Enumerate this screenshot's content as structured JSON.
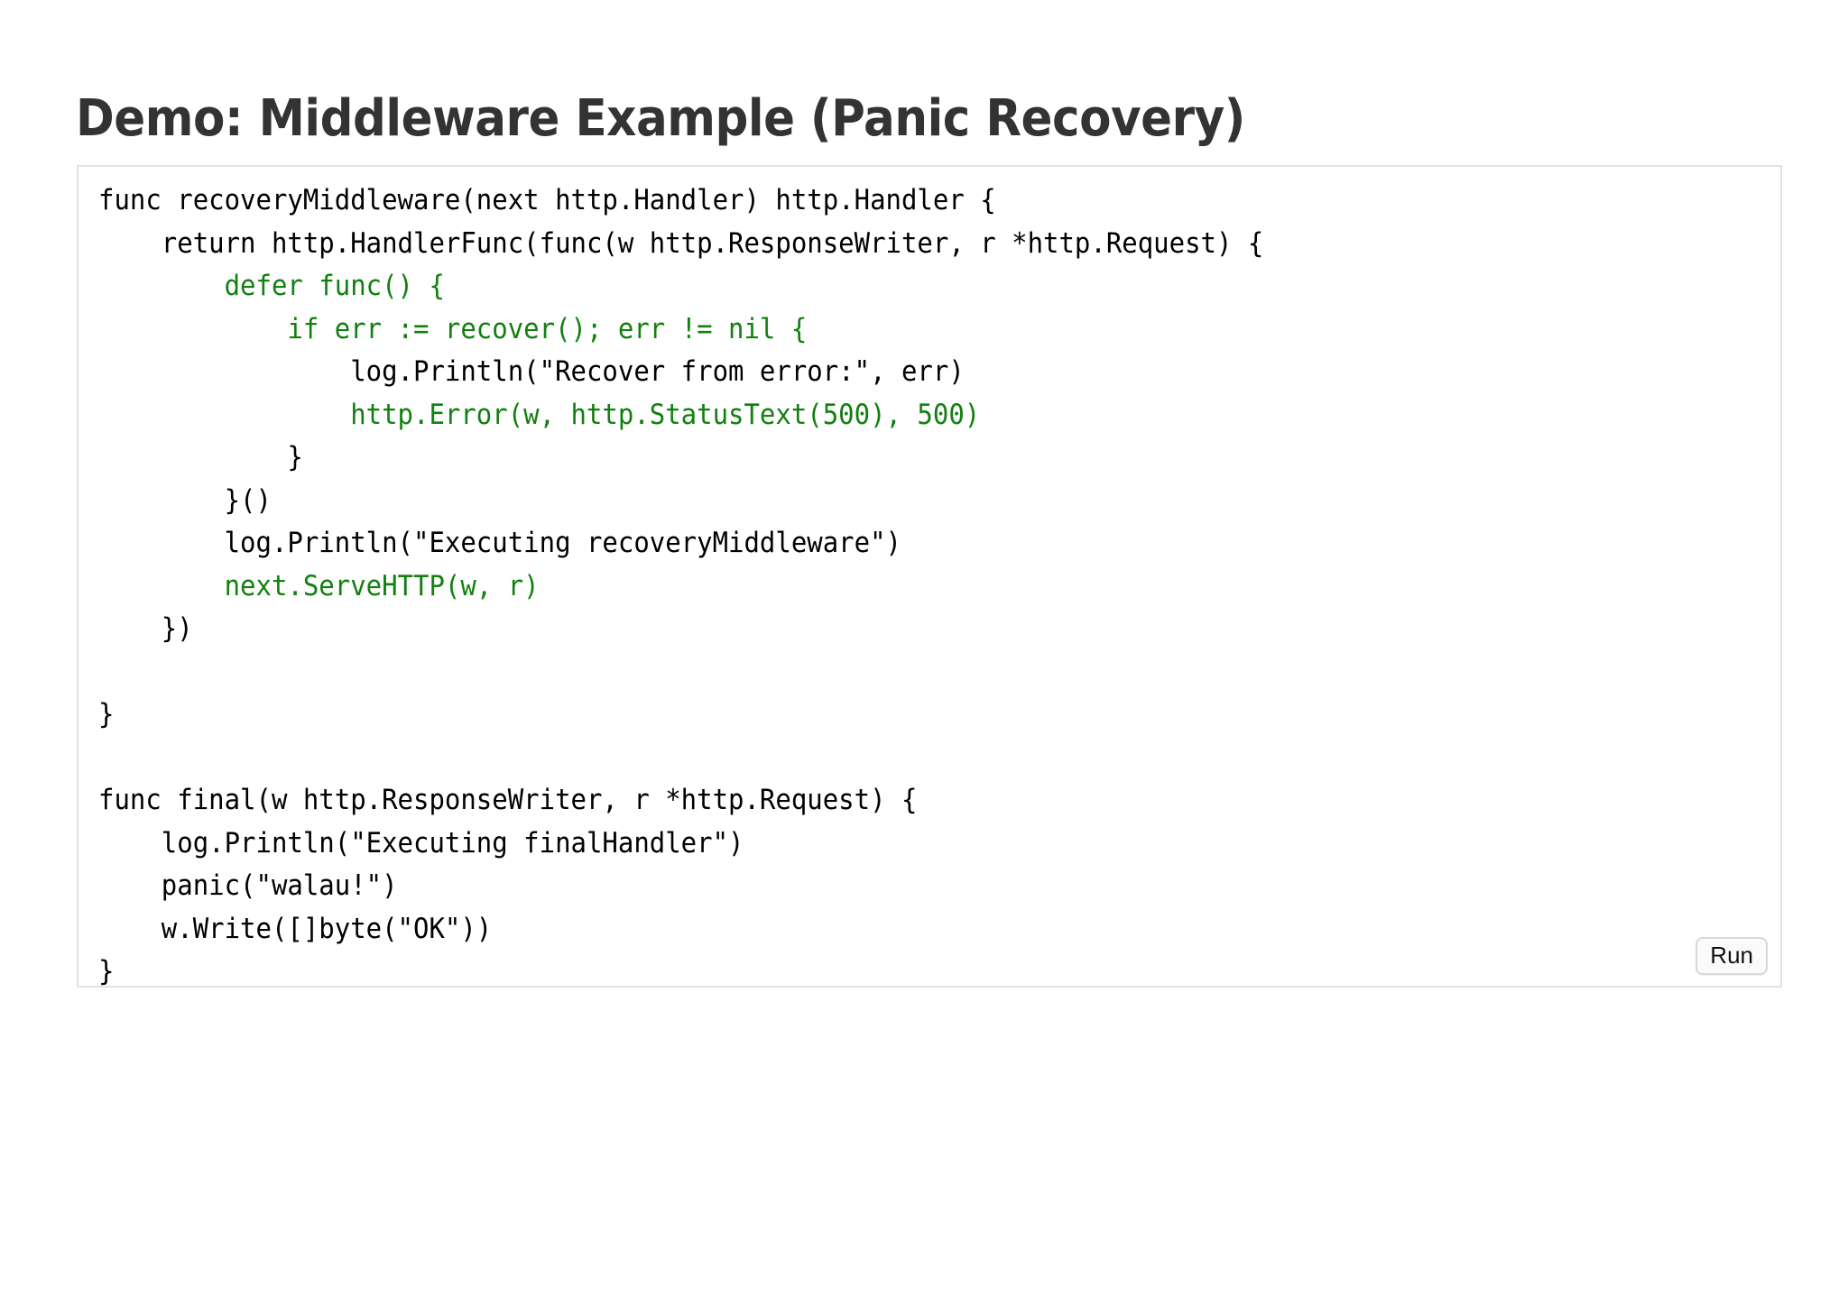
{
  "slide": {
    "title": "Demo: Middleware Example (Panic Recovery)"
  },
  "colors": {
    "title_text": "#333333",
    "code_plain": "#000000",
    "code_highlight_green": "#12800f",
    "frame_border": "#e2e2e4",
    "page_background": "#ffffff",
    "button_face": "#fafafa",
    "button_border": "#d8d8dc"
  },
  "code_block": {
    "language": "go",
    "lines": [
      {
        "text": "func recoveryMiddleware(next http.Handler) http.Handler {",
        "style": "plain"
      },
      {
        "text": "    return http.HandlerFunc(func(w http.ResponseWriter, r *http.Request) {",
        "style": "plain"
      },
      {
        "text": "        defer func() {",
        "style": "green"
      },
      {
        "text": "            if err := recover(); err != nil {",
        "style": "green"
      },
      {
        "text": "                log.Println(\"Recover from error:\", err)",
        "style": "plain"
      },
      {
        "text": "                http.Error(w, http.StatusText(500), 500)",
        "style": "green"
      },
      {
        "text": "            }",
        "style": "plain"
      },
      {
        "text": "        }()",
        "style": "plain"
      },
      {
        "text": "        log.Println(\"Executing recoveryMiddleware\")",
        "style": "plain"
      },
      {
        "text": "        next.ServeHTTP(w, r)",
        "style": "green"
      },
      {
        "text": "    })",
        "style": "plain"
      },
      {
        "text": "",
        "style": "plain"
      },
      {
        "text": "}",
        "style": "plain"
      },
      {
        "text": "",
        "style": "plain"
      },
      {
        "text": "func final(w http.ResponseWriter, r *http.Request) {",
        "style": "plain"
      },
      {
        "text": "    log.Println(\"Executing finalHandler\")",
        "style": "plain"
      },
      {
        "text": "    panic(\"walau!\")",
        "style": "plain"
      },
      {
        "text": "    w.Write([]byte(\"OK\"))",
        "style": "plain"
      },
      {
        "text": "}",
        "style": "plain"
      }
    ],
    "run_button_label": "Run"
  }
}
